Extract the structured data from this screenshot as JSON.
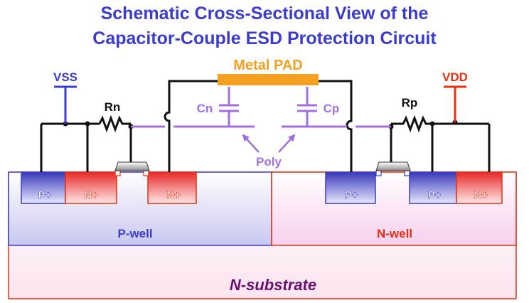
{
  "title": {
    "line1": "Schematic Cross-Sectional View of the",
    "line2": "Capacitor-Couple ESD Protection Circuit"
  },
  "labels": {
    "metal_pad": "Metal PAD",
    "vss": "VSS",
    "vdd": "VDD",
    "rn": "Rn",
    "rp": "Rp",
    "cn": "Cn",
    "cp": "Cp",
    "poly": "Poly",
    "p_plus_left": "P+",
    "n_plus_left": "N+",
    "n_plus_mid": "N+",
    "p_plus_mid": "P+",
    "p_plus_right": "P+",
    "n_plus_right": "N+",
    "p_well": "P-well",
    "n_well": "N-well",
    "n_substrate": "N-substrate"
  },
  "colors": {
    "title": "#3b3bd0",
    "metal_pad": "#f5a020",
    "vss": "#3b3bd0",
    "vdd": "#e83010",
    "poly": "#a070e0",
    "wire": "#111111",
    "substrate_text": "#6a1070",
    "p_well_text": "#3b3bd0",
    "n_well_text": "#e83010"
  }
}
